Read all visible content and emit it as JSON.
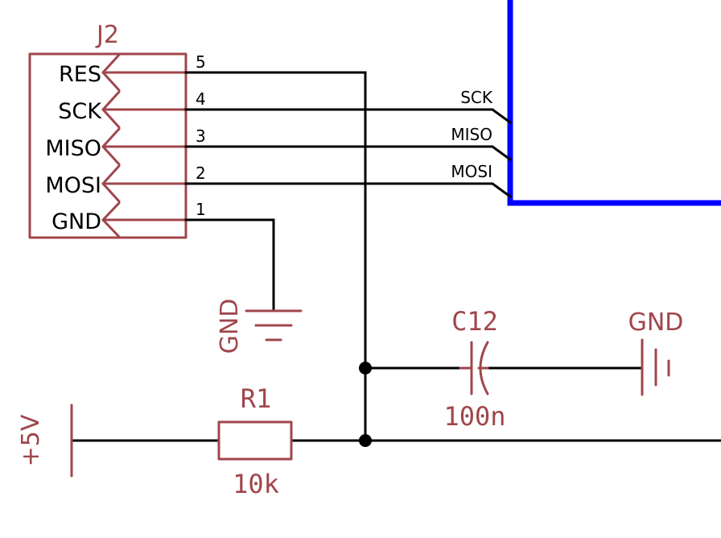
{
  "connector": {
    "ref": "J2",
    "pins": [
      {
        "name": "RES",
        "number": "5"
      },
      {
        "name": "SCK",
        "number": "4"
      },
      {
        "name": "MISO",
        "number": "3"
      },
      {
        "name": "MOSI",
        "number": "2"
      },
      {
        "name": "GND",
        "number": "1"
      }
    ]
  },
  "nets": {
    "sck": "SCK",
    "miso": "MISO",
    "mosi": "MOSI"
  },
  "ground_symbols": {
    "connector_gnd": "GND",
    "cap_gnd": "GND"
  },
  "capacitor": {
    "ref": "C12",
    "value": "100n"
  },
  "resistor": {
    "ref": "R1",
    "value": "10k"
  },
  "supply": {
    "label": "+5V"
  },
  "colors": {
    "part": "#a0464b",
    "wire": "#000000",
    "bus": "#0000ff"
  }
}
